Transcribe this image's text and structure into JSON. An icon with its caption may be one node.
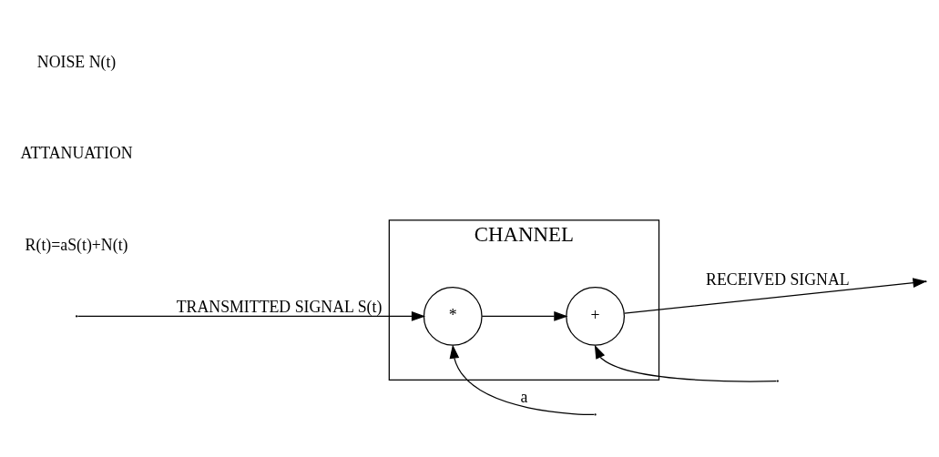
{
  "diagram": {
    "nodes": [
      {
        "text": [
          "CHANNEL"
        ]
      },
      {
        "text": [
          "*"
        ],
        "in": 0
      },
      {
        "text": [
          "+"
        ],
        "in": 0
      }
    ],
    "edges": [
      {
        "from": null,
        "to": 1,
        "arrow": "to",
        "label": "TRANSMITTED SIGNAL S(t)"
      },
      {
        "from": 1,
        "to": 2,
        "arrow": "to"
      },
      {
        "from": 2,
        "to": null,
        "arrow": "to",
        "label": "RECEIVED SIGNAL"
      },
      {
        "from": null,
        "to": 1,
        "arrow": "to",
        "label": "a"
      },
      {
        "from": null,
        "to": 2,
        "arrow": "to"
      }
    ],
    "labels": [
      "R(t)=aS(t)+N(t)",
      "ATTANUATION",
      "NOISE N(t)"
    ]
  }
}
